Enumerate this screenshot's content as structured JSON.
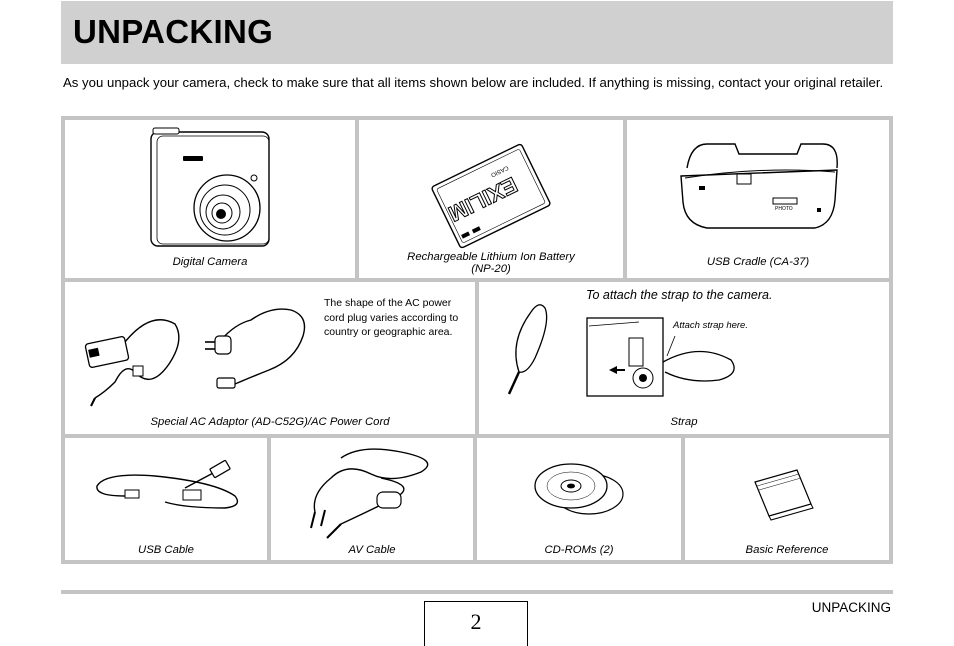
{
  "header": {
    "title": "UNPACKING"
  },
  "intro": "As you unpack your camera, check to make sure that all items shown below are included. If anything is missing, contact your original retailer.",
  "items": {
    "camera": {
      "caption": "Digital Camera"
    },
    "battery": {
      "caption": "Rechargeable Lithium Ion Battery\n(NP-20)",
      "brand": "EXILIM",
      "maker": "CASIO"
    },
    "cradle": {
      "caption": "USB Cradle (CA-37)",
      "button_label": "PHOTO"
    },
    "ac_adaptor": {
      "caption": "Special AC Adaptor (AD-C52G)/AC Power Cord",
      "note": "The shape of the AC power cord plug varies according to country or geographic area."
    },
    "strap": {
      "caption": "Strap",
      "instruction": "To attach the strap to the camera.",
      "callout": "Attach strap here."
    },
    "usb_cable": {
      "caption": "USB Cable"
    },
    "av_cable": {
      "caption": "AV Cable"
    },
    "cdroms": {
      "caption": "CD-ROMs (2)"
    },
    "reference": {
      "caption": "Basic Reference"
    }
  },
  "footer": {
    "page_number": "2",
    "section": "UNPACKING"
  },
  "colors": {
    "title_bar": "#d0d0d0",
    "grid_border": "#c4c4c4"
  }
}
